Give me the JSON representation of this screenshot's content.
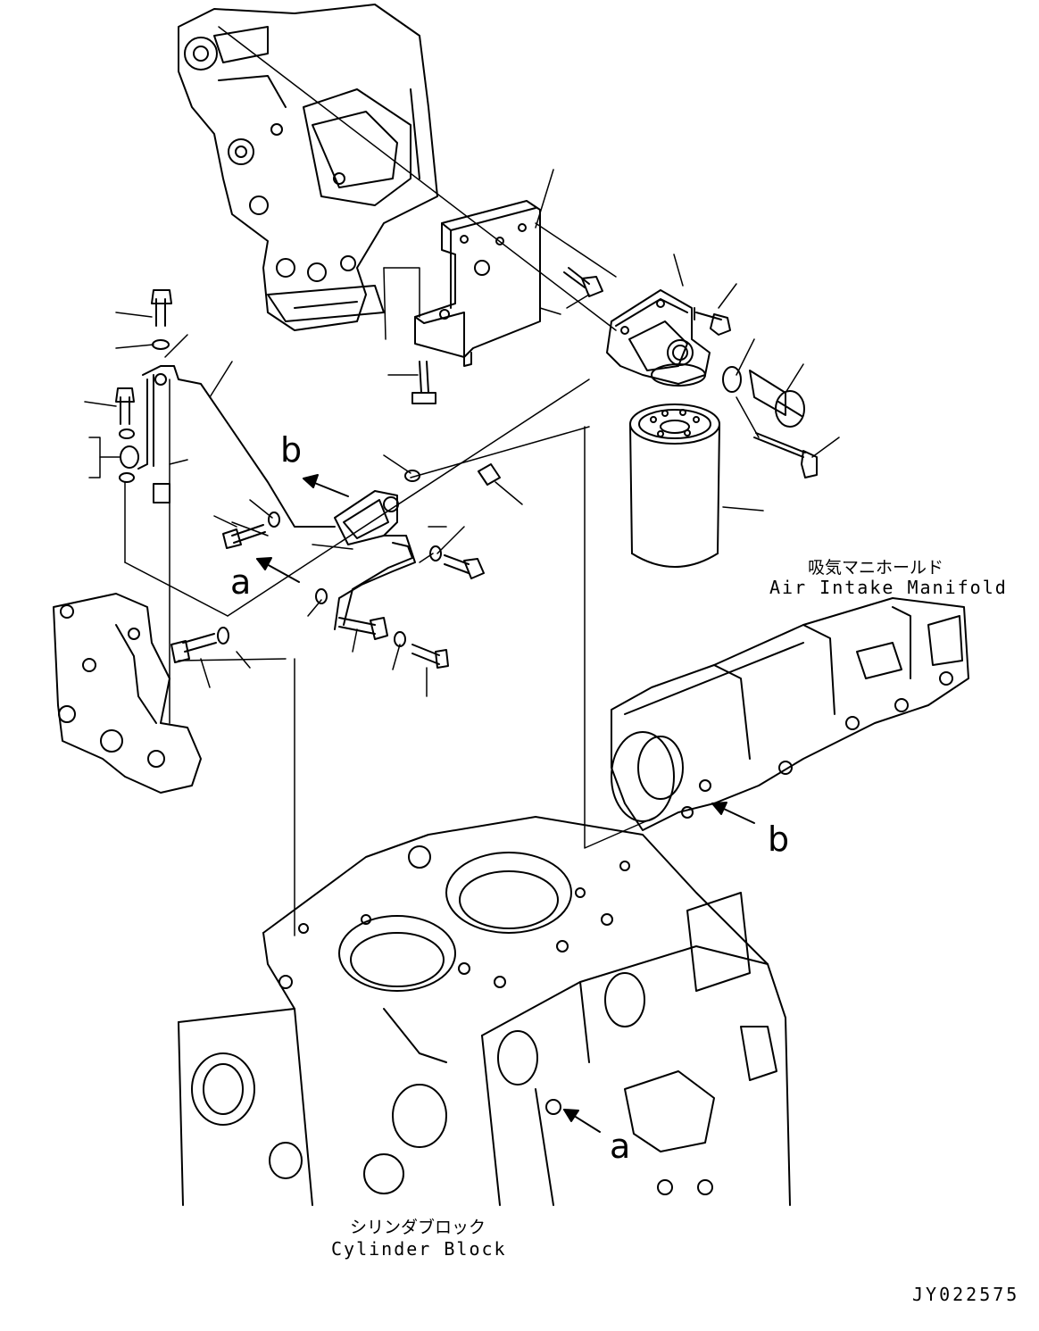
{
  "labels": {
    "air_intake_jp": "吸気マニホールド",
    "air_intake_en": "Air Intake Manifold",
    "cylinder_block_jp": "シリンダブロック",
    "cylinder_block_en": "Cylinder Block",
    "view_a_1": "a",
    "view_a_2": "a",
    "view_b_1": "b",
    "view_b_2": "b",
    "drawing_number": "JY022575"
  }
}
